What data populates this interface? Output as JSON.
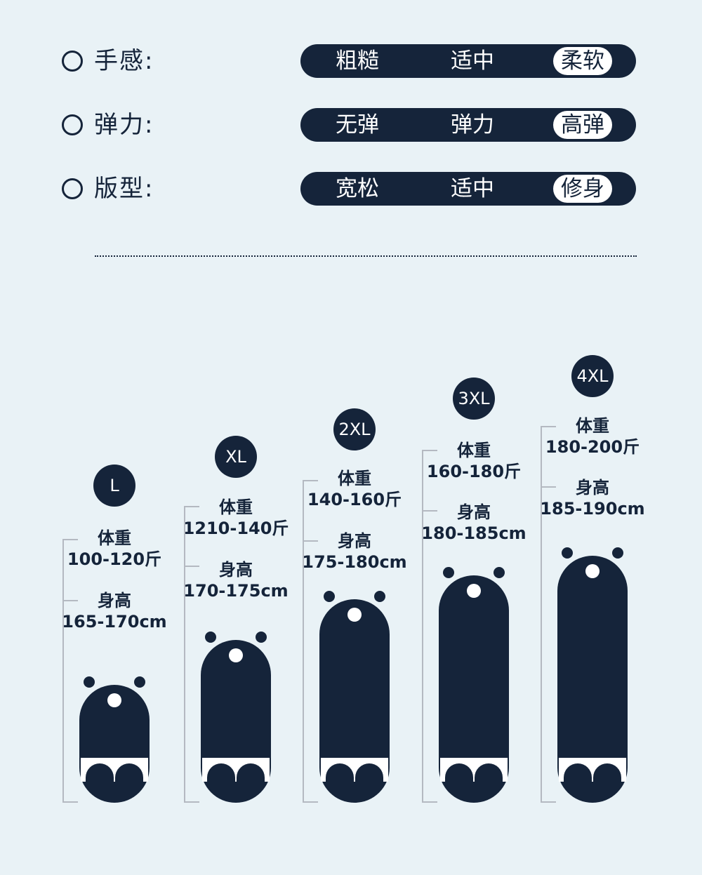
{
  "attributes": [
    {
      "label": "手感:",
      "options": [
        "粗糙",
        "适中",
        "柔软"
      ],
      "selected": 2
    },
    {
      "label": "弹力:",
      "options": [
        "无弹",
        "弹力",
        "高弹"
      ],
      "selected": 2
    },
    {
      "label": "版型:",
      "options": [
        "宽松",
        "适中",
        "修身"
      ],
      "selected": 2
    }
  ],
  "sizes": [
    {
      "size": "L",
      "weight_label": "体重",
      "weight": "100-120斤",
      "height_label": "身高",
      "height": "165-170cm"
    },
    {
      "size": "XL",
      "weight_label": "体重",
      "weight": "1210-140斤",
      "height_label": "身高",
      "height": "170-175cm"
    },
    {
      "size": "2XL",
      "weight_label": "体重",
      "weight": "140-160斤",
      "height_label": "身高",
      "height": "175-180cm"
    },
    {
      "size": "3XL",
      "weight_label": "体重",
      "weight": "160-180斤",
      "height_label": "身高",
      "height": "180-185cm"
    },
    {
      "size": "4XL",
      "weight_label": "体重",
      "weight": "180-200斤",
      "height_label": "身高",
      "height": "185-190cm"
    }
  ],
  "colors": {
    "navy": "#15243a",
    "background": "#e9f2f6",
    "bracket": "#b4b9c1"
  }
}
